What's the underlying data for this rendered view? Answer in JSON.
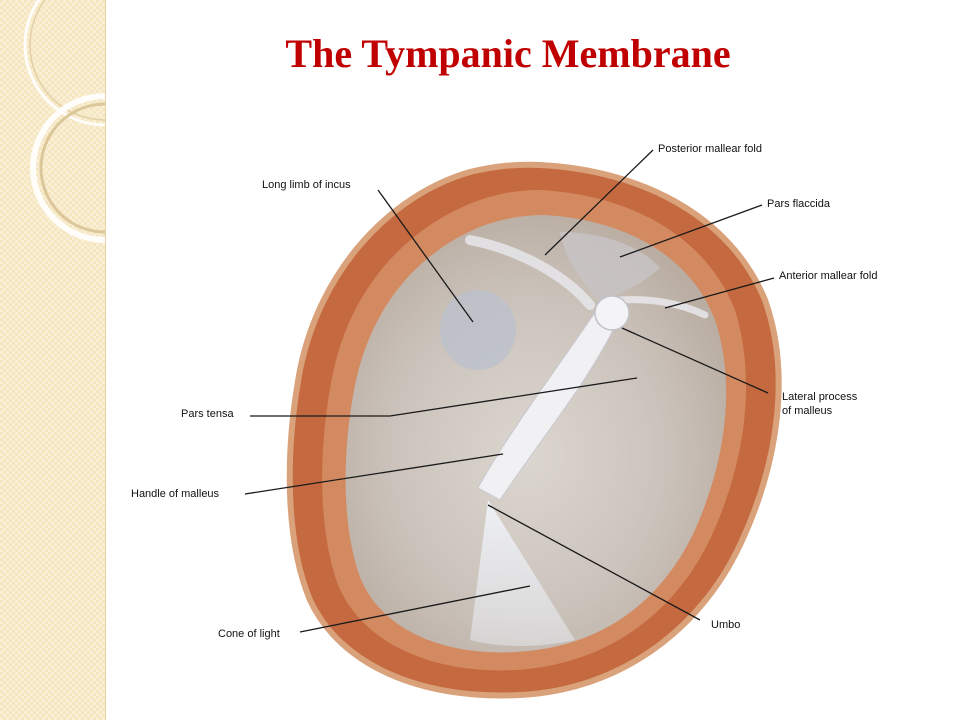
{
  "title": "The Tympanic Membrane",
  "labels": {
    "posterior_mallear_fold": "Posterior mallear fold",
    "long_limb_of_incus": "Long limb of incus",
    "pars_flaccida": "Pars flaccida",
    "anterior_mallear_fold": "Anterior mallear fold",
    "lateral_process_line1": "Lateral process",
    "lateral_process_line2": "of malleus",
    "pars_tensa": "Pars tensa",
    "handle_of_malleus": "Handle of malleus",
    "umbo": "Umbo",
    "cone_of_light": "Cone of light"
  },
  "colors": {
    "title": "#c00000",
    "rim": "#c2683e",
    "membrane": "#cdc6c0",
    "strip": "#f6e6c0"
  }
}
